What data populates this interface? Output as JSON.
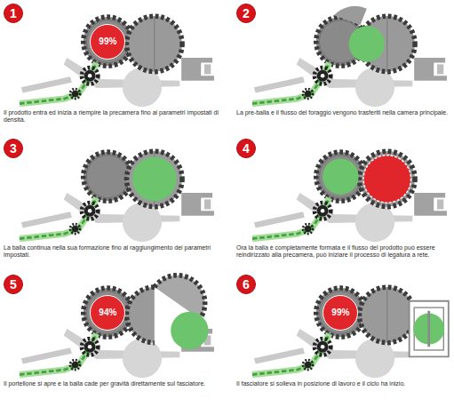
{
  "diagram": {
    "nodes": [
      {
        "text": [
          "1"
        ]
      },
      {
        "text": [
          "99%"
        ]
      },
      {
        "text": [
          "2"
        ]
      },
      {
        "text": [
          "3"
        ]
      },
      {
        "text": [
          "4"
        ]
      },
      {
        "text": [
          "5"
        ]
      },
      {
        "text": [
          "94%"
        ]
      },
      {
        "text": [
          "6"
        ]
      },
      {
        "text": [
          "99%"
        ]
      }
    ],
    "labels": [
      "Il prodotto entra ed inizia a riempire la precamera fino ai parametri impostati di densità.",
      "La pre-balla e il flusso del foraggio vengono trasferiti nella camera principale.",
      "La balla continua nella sua formazione fino al raggiungimento dei parametri impostati.",
      "Ora la balla è completamente formata e il flusso del prodotto può essere reindirizzato alla precamera, può iniziare il processo di legatura a rete.",
      "Il portellone si apre e la balla cade per gravità direttamente sul fasciatore.",
      "Il fasciatore si solleva in posizione di lavoro e il ciclo ha inizio."
    ]
  }
}
